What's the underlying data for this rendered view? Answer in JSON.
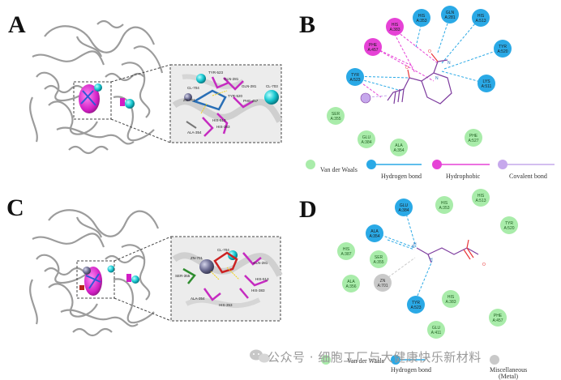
{
  "panels": {
    "A": {
      "letter": "A",
      "zoom_labels": [
        "TYR-523",
        "GLN-281",
        "TYR-520",
        "CL-704",
        "ZN-701",
        "GLN-281",
        "CL-703",
        "PHE-457",
        "HIS-513",
        "HIS-383",
        "ALA-354"
      ]
    },
    "B": {
      "letter": "B",
      "residues": [
        {
          "id": "his383",
          "line1": "HIS",
          "line2": "A:383",
          "type": "hydrophobic"
        },
        {
          "id": "his353",
          "line1": "HIS",
          "line2": "A:353",
          "type": "hbond"
        },
        {
          "id": "gln281",
          "line1": "GLN",
          "line2": "A:281",
          "type": "hbond"
        },
        {
          "id": "his513",
          "line1": "HIS",
          "line2": "A:513",
          "type": "hbond"
        },
        {
          "id": "phe457",
          "line1": "PHE",
          "line2": "A:457",
          "type": "hydrophobic"
        },
        {
          "id": "tyr520",
          "line1": "TYR",
          "line2": "A:520",
          "type": "hbond"
        },
        {
          "id": "tyr523",
          "line1": "TYR",
          "line2": "A:523",
          "type": "hbond"
        },
        {
          "id": "lys511",
          "line1": "LYS",
          "line2": "A:511",
          "type": "hbond"
        },
        {
          "id": "ser355",
          "line1": "SER",
          "line2": "A:355",
          "type": "vdw"
        },
        {
          "id": "glu384",
          "line1": "GLU",
          "line2": "A:384",
          "type": "vdw"
        },
        {
          "id": "ala354",
          "line1": "ALA",
          "line2": "A:354",
          "type": "vdw"
        },
        {
          "id": "phe527",
          "line1": "PHE",
          "line2": "A:527",
          "type": "vdw"
        },
        {
          "id": "cov",
          "line1": "",
          "line2": "",
          "type": "covalent"
        }
      ],
      "legend": [
        "Van der Waals",
        "Hydrogen bond",
        "Hydrophobic",
        "Covalent bond"
      ]
    },
    "C": {
      "letter": "C",
      "zoom_labels": [
        "ZN-701",
        "CL-704",
        "GLN-281",
        "HIS-513",
        "HIS-383",
        "ALA-354",
        "HIS-353",
        "SER-355"
      ]
    },
    "D": {
      "letter": "D",
      "residues": [
        {
          "id": "glu384",
          "line1": "GLU",
          "line2": "A:384",
          "type": "hbond"
        },
        {
          "id": "his353",
          "line1": "HIS",
          "line2": "A:353",
          "type": "vdw"
        },
        {
          "id": "his513",
          "line1": "HIS",
          "line2": "A:513",
          "type": "vdw"
        },
        {
          "id": "tyr520",
          "line1": "TYR",
          "line2": "A:520",
          "type": "vdw"
        },
        {
          "id": "ala354",
          "line1": "ALA",
          "line2": "A:354",
          "type": "hbond"
        },
        {
          "id": "his387",
          "line1": "HIS",
          "line2": "A:387",
          "type": "vdw"
        },
        {
          "id": "ser355",
          "line1": "SER",
          "line2": "A:355",
          "type": "vdw"
        },
        {
          "id": "ala356",
          "line1": "ALA",
          "line2": "A:356",
          "type": "vdw"
        },
        {
          "id": "zn701",
          "line1": "ZN",
          "line2": "A:701",
          "type": "metal"
        },
        {
          "id": "tyr523",
          "line1": "TYR",
          "line2": "A:523",
          "type": "hbond"
        },
        {
          "id": "his383",
          "line1": "HIS",
          "line2": "A:383",
          "type": "vdw"
        },
        {
          "id": "phe457",
          "line1": "PHE",
          "line2": "A:457",
          "type": "vdw"
        },
        {
          "id": "glu411",
          "line1": "GLU",
          "line2": "A:411",
          "type": "vdw"
        }
      ],
      "legend": [
        "Van der Waals",
        "Hydrogen bond",
        "Miscellaneous",
        "(Metal)"
      ]
    }
  },
  "watermark": "公众号 · 细胞工厂与大健康快乐新材料",
  "colors": {
    "vdw": "#a9ecaa",
    "hbond": "#2aa9e6",
    "hydrophobic": "#e642d6",
    "covalent": "#c6a8ec",
    "metal": "#c9c9c9",
    "ligand": "#7d3b9e"
  }
}
